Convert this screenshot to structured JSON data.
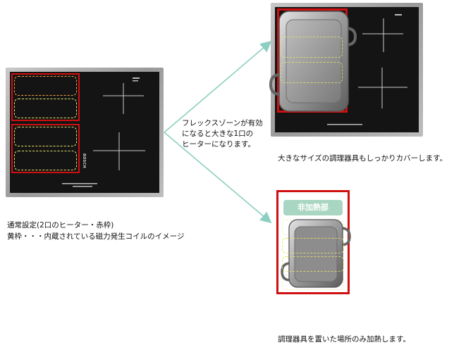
{
  "cooktop": {
    "brand": "BOSCH"
  },
  "text": {
    "arrow_caption_line1": "フレックスゾーンが有効",
    "arrow_caption_line2": "になると大きな1口の",
    "arrow_caption_line3": "ヒーターになります。",
    "normal_title": "通常設定(2口のヒーター・赤枠)",
    "normal_desc": "黄枠・・・内蔵されている磁力発生コイルのイメージ",
    "large_caption": "大きなサイズの調理器具もしっかりカバーします。",
    "non_heat_label": "非加熱部",
    "bottom_caption": "調理器具を置いた場所のみ加熱します。"
  },
  "colors": {
    "accent_red": "#d01010",
    "coil_yellow": "#e8e46a",
    "arrow_teal": "#8ccfc0",
    "label_green": "#a9d6c2"
  }
}
